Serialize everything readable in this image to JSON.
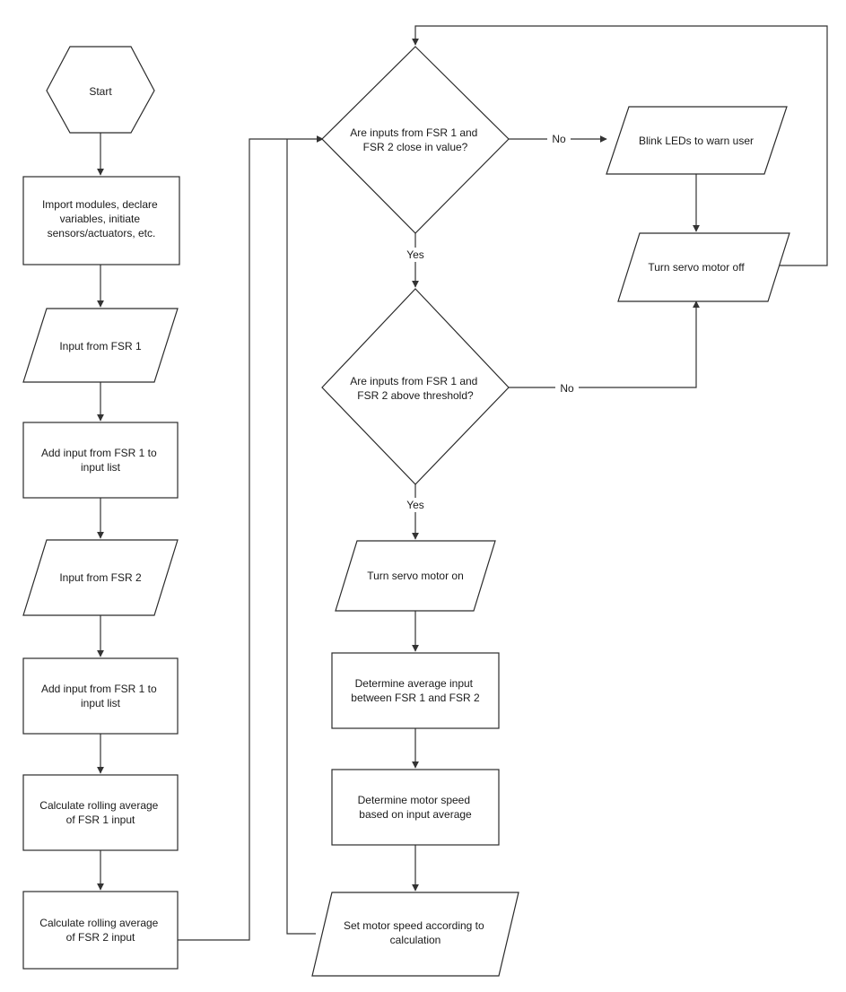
{
  "nodes": {
    "start": [
      "Start"
    ],
    "import": [
      "Import modules, declare",
      "variables, initiate",
      "sensors/actuators, etc."
    ],
    "input_fsr1": [
      "Input from FSR 1"
    ],
    "add_fsr1": [
      "Add input from FSR 1 to",
      "input list"
    ],
    "input_fsr2": [
      "Input from FSR 2"
    ],
    "add_fsr2": [
      "Add input from FSR 1 to",
      "input list"
    ],
    "avg_fsr1": [
      "Calculate rolling average",
      "of FSR 1 input"
    ],
    "avg_fsr2": [
      "Calculate rolling average",
      "of FSR 2 input"
    ],
    "decision_close": [
      "Are inputs from FSR 1 and",
      "FSR 2 close in value?"
    ],
    "blink": [
      "Blink LEDs to warn user"
    ],
    "servo_off": [
      "Turn servo motor off"
    ],
    "decision_threshold": [
      "Are inputs from FSR 1 and",
      "FSR 2 above threshold?"
    ],
    "servo_on": [
      "Turn servo motor on"
    ],
    "avg_both": [
      "Determine average input",
      "between FSR 1 and FSR 2"
    ],
    "motor_speed": [
      "Determine motor speed",
      "based on input average"
    ],
    "set_speed": [
      "Set motor speed according to",
      "calculation"
    ]
  },
  "edge_labels": {
    "close_no": "No",
    "close_yes": "Yes",
    "threshold_no": "No",
    "threshold_yes": "Yes"
  }
}
